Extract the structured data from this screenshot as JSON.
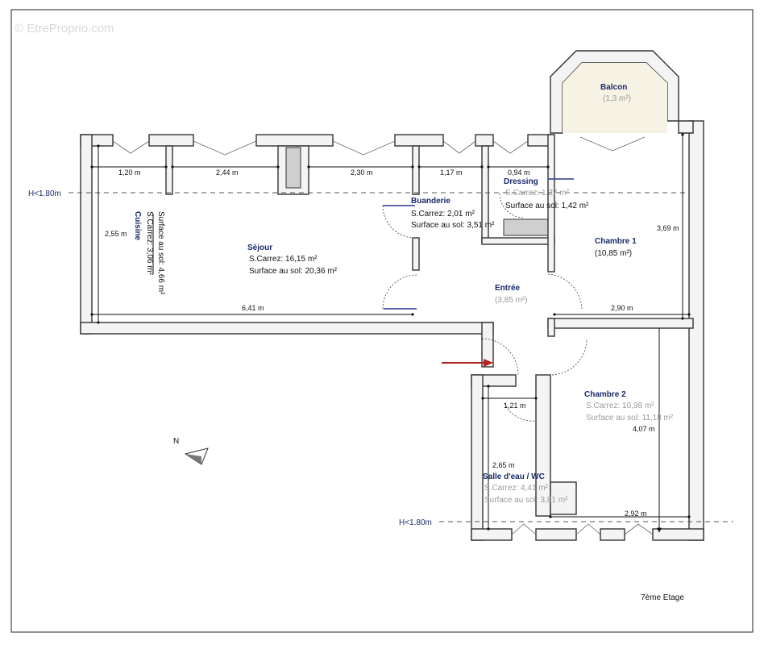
{
  "watermark": "© EtreProprio.com",
  "floor_label": "7ème Etage",
  "height_markers": [
    "H<1.80m",
    "H<1.80m"
  ],
  "rooms": {
    "balcon": {
      "name": "Balcon",
      "area": "(1,3 m²)"
    },
    "dressing": {
      "name": "Dressing",
      "carrez": "S.Carrez: 1,27 m²",
      "sol": "Surface au sol: 1,42 m²"
    },
    "buanderie": {
      "name": "Buanderie",
      "carrez": "S.Carrez: 2,01 m²",
      "sol": "Surface au sol: 3,51 m²"
    },
    "chambre1": {
      "name": "Chambre 1",
      "area": "(10,85 m²)"
    },
    "cuisine": {
      "name": "Cuisine",
      "carrez": "S.Carrez: 3,06 m²",
      "sol": "Surface au sol: 4,66 m²"
    },
    "sejour": {
      "name": "Séjour",
      "carrez": "S.Carrez: 16,15 m²",
      "sol": "Surface au sol: 20,36 m²"
    },
    "entree": {
      "name": "Entrée",
      "area": "(3,85 m²)"
    },
    "chambre2": {
      "name": "Chambre 2",
      "carrez": "S.Carrez: 10,98 m²",
      "sol": "Surface au sol: 11,18 m²"
    },
    "sde": {
      "name": "Salle d'eau / WC",
      "carrez": "S.Carrez: 4,41 m²",
      "sol": "Surface au sol: 3,81 m²"
    }
  },
  "dimensions": {
    "d1": "1,20 m",
    "d2": "2,44 m",
    "d3": "2,30 m",
    "d4": "1,17 m",
    "d5": "0,94 m",
    "d6": "2,55 m",
    "d7": "6,41 m",
    "d8": "3,69 m",
    "d9": "2,90 m",
    "d10": "1,21 m",
    "d11": "4,07 m",
    "d12": "2,65 m",
    "d13": "2,92 m"
  },
  "compass": "N"
}
